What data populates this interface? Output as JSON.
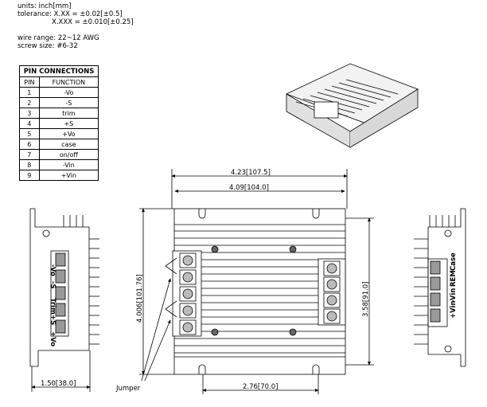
{
  "notes": {
    "units": "units: inch[mm]",
    "tolerance1": "tolerance: X.XX = ±0.02[±0.5]",
    "tolerance2": "X.XXX = ±0.010[±0.25]",
    "wire_range": "wire range: 22~12 AWG",
    "screw_size": "screw size: #6-32"
  },
  "pin_table": {
    "title": "PIN CONNECTIONS",
    "headers": [
      "PIN",
      "FUNCTION"
    ],
    "rows": [
      [
        "1",
        "-Vo"
      ],
      [
        "2",
        "-S"
      ],
      [
        "3",
        "trim"
      ],
      [
        "4",
        "+S"
      ],
      [
        "5",
        "+Vo"
      ],
      [
        "6",
        "case"
      ],
      [
        "7",
        "on/off"
      ],
      [
        "8",
        "-Vin"
      ],
      [
        "9",
        "+Vin"
      ]
    ]
  },
  "dimensions": {
    "overall_width": "4.23[107.5]",
    "body_width": "4.09[104.0]",
    "overall_height": "4.006[101.76]",
    "mount_height": "3.58[91.0]",
    "mount_spacing": "2.76[70.0]",
    "side_depth": "1.50[38.0]"
  },
  "labels": {
    "jumper": "Jumper",
    "left_terminals": [
      "-Vo",
      "-S",
      "Trim",
      "+S",
      "+Vo"
    ],
    "right_terminals": [
      "+Vin",
      "-Vin",
      "REM",
      "Case"
    ]
  }
}
